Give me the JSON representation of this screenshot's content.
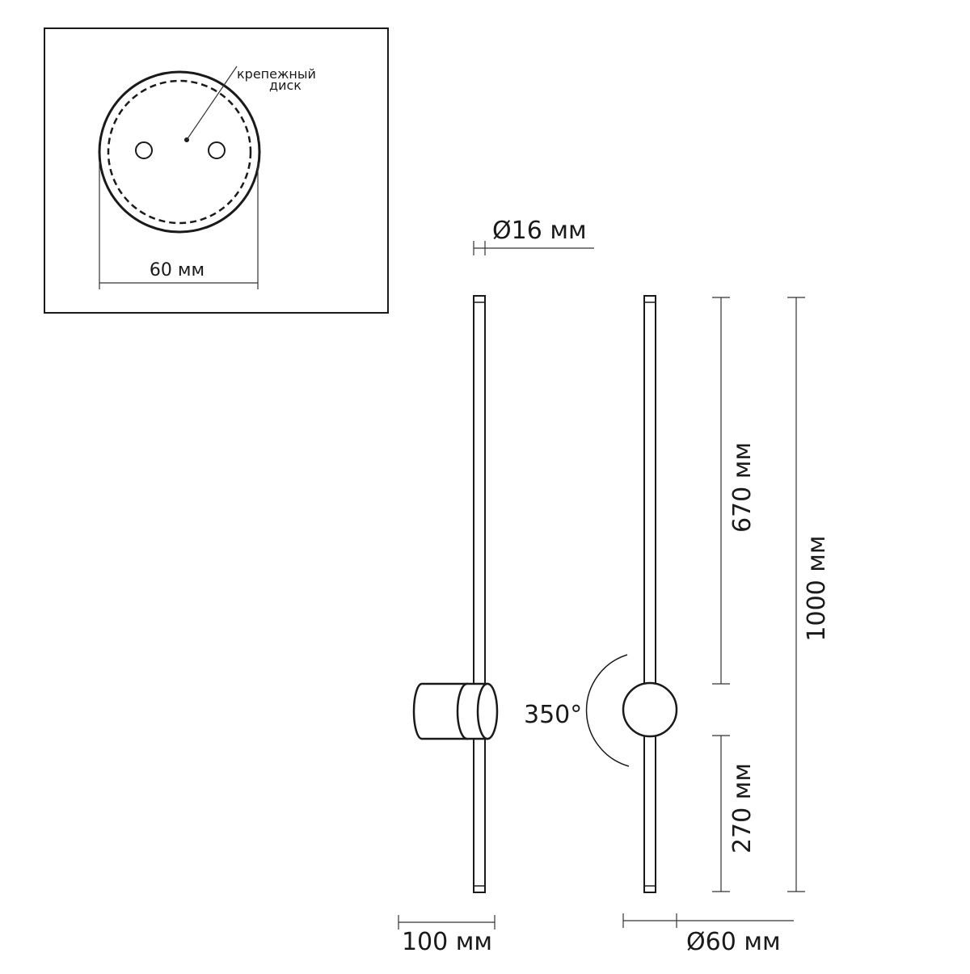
{
  "inset": {
    "label_line1": "крепежный",
    "label_line2": "диск",
    "width_label": "60 мм"
  },
  "dims": {
    "rod_diameter": "Ø16 мм",
    "upper_length": "670 мм",
    "total_length": "1000 мм",
    "lower_length": "270 мм",
    "depth": "100 мм",
    "base_diameter": "Ø60 мм",
    "rotation": "350°"
  },
  "colors": {
    "line": "#1a1a1a",
    "background": "#ffffff"
  }
}
